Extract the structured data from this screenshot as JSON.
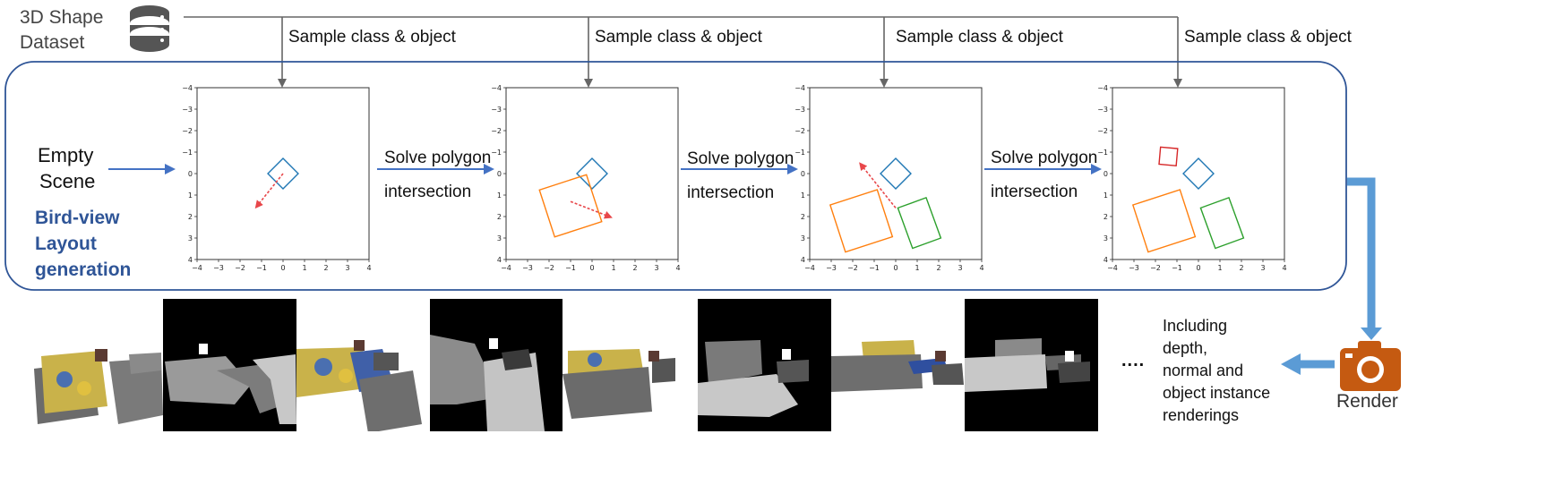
{
  "dataset": {
    "label_line1": "3D Shape",
    "label_line2": "Dataset",
    "icon": "database-icon"
  },
  "sample_label": "Sample class & object",
  "empty_scene": {
    "line1": "Empty",
    "line2": "Scene"
  },
  "solve_label": {
    "line1": "Solve polygon",
    "line2": "intersection"
  },
  "birdview": {
    "line1": "Bird-view",
    "line2": "Layout",
    "line3": "generation",
    "color": "#2f5597"
  },
  "render": {
    "label": "Render",
    "icon": "camera-icon",
    "color": "#c55a11"
  },
  "renderings_note": {
    "line1": "Including",
    "line2": "depth,",
    "line3": "normal  and",
    "line4": "object instance",
    "line5": "renderings"
  },
  "ellipsis": "....",
  "plot_ticks": {
    "x": [
      "−4",
      "−3",
      "−2",
      "−1",
      "0",
      "1",
      "2",
      "3",
      "4"
    ],
    "y": [
      "−4",
      "−3",
      "−2",
      "−1",
      "0",
      "1",
      "2",
      "3",
      "4"
    ]
  },
  "colors": {
    "accent_blue": "#4472c4",
    "frame_blue": "#2f5597",
    "render_arrow": "#5b9bd5",
    "gray_line": "#666666",
    "obj_blue": "#1f77b4",
    "obj_orange": "#ff7f0e",
    "obj_green": "#2ca02c",
    "obj_red": "#d62728",
    "move_arrow": "#e8474a"
  },
  "chart_data": [
    {
      "type": "scatter",
      "xlim": [
        -4,
        4
      ],
      "ylim": [
        4,
        -4
      ],
      "objects": [
        {
          "color": "blue",
          "center": [
            0,
            0
          ],
          "size": 1.0,
          "angle": 45
        }
      ],
      "arrow": {
        "from": [
          0,
          0
        ],
        "to": [
          -1.2,
          1.5
        ]
      }
    },
    {
      "type": "scatter",
      "xlim": [
        -4,
        4
      ],
      "ylim": [
        4,
        -4
      ],
      "objects": [
        {
          "color": "blue",
          "center": [
            0,
            0
          ],
          "size": 1.0,
          "angle": 45
        },
        {
          "color": "orange",
          "center": [
            -1.0,
            1.5
          ],
          "size": 2.3,
          "angle": -18
        }
      ],
      "arrow": {
        "from": [
          -1.0,
          1.3
        ],
        "to": [
          0.8,
          2.0
        ]
      }
    },
    {
      "type": "scatter",
      "xlim": [
        -4,
        4
      ],
      "ylim": [
        4,
        -4
      ],
      "objects": [
        {
          "color": "blue",
          "center": [
            0,
            0
          ],
          "size": 1.0,
          "angle": 45
        },
        {
          "color": "orange",
          "center": [
            -1.6,
            2.2
          ],
          "size": 2.3,
          "angle": -18
        },
        {
          "color": "green",
          "center": [
            1.1,
            2.3
          ],
          "size": [
            1.4,
            2.0
          ],
          "angle": -20
        }
      ],
      "arrow": {
        "from": [
          0,
          1.6
        ],
        "to": [
          -1.6,
          -0.4
        ]
      }
    },
    {
      "type": "scatter",
      "xlim": [
        -4,
        4
      ],
      "ylim": [
        4,
        -4
      ],
      "objects": [
        {
          "color": "red",
          "center": [
            -1.4,
            -0.8
          ],
          "size": 0.8,
          "angle": 5
        },
        {
          "color": "blue",
          "center": [
            0,
            0
          ],
          "size": 1.0,
          "angle": 45
        },
        {
          "color": "orange",
          "center": [
            -1.6,
            2.2
          ],
          "size": 2.3,
          "angle": -18
        },
        {
          "color": "green",
          "center": [
            1.1,
            2.3
          ],
          "size": [
            1.4,
            2.0
          ],
          "angle": -20
        }
      ]
    }
  ]
}
